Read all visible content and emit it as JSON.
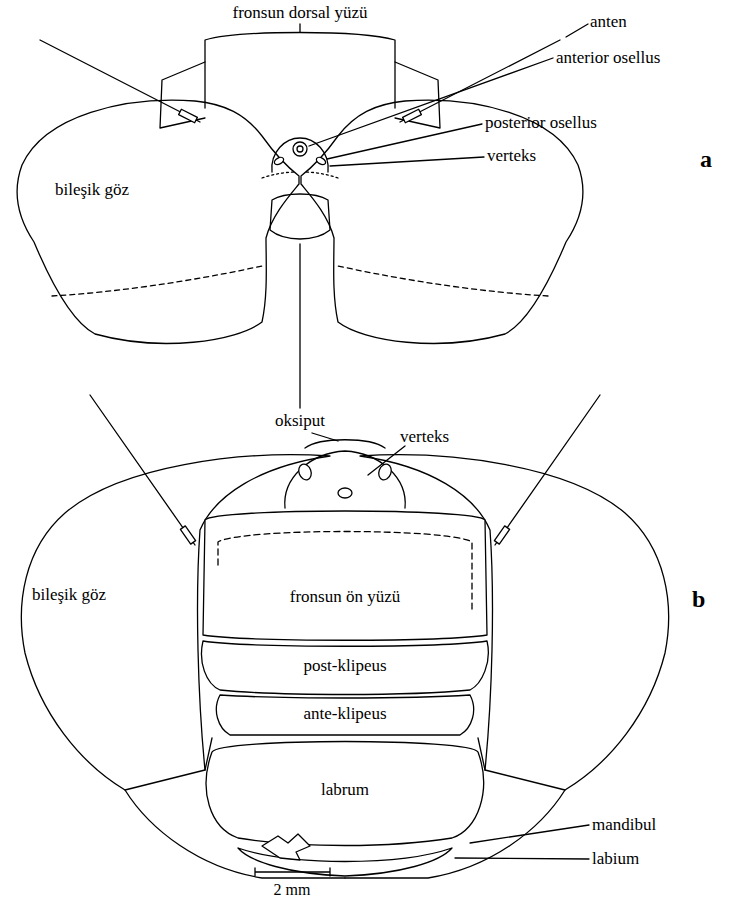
{
  "diagram": {
    "labels": [
      "fronsun dorsal yüzü",
      "anterior osellus",
      "anten",
      "posterior osellus",
      "verteks",
      "a",
      "bileşik göz",
      "oksiput",
      "verteks",
      "bileşik göz",
      "fronsun ön yüzü",
      "b",
      "post-klipeus",
      "ante-klipeus",
      "labrum",
      "mandibul",
      "labium",
      "2 mm"
    ]
  }
}
